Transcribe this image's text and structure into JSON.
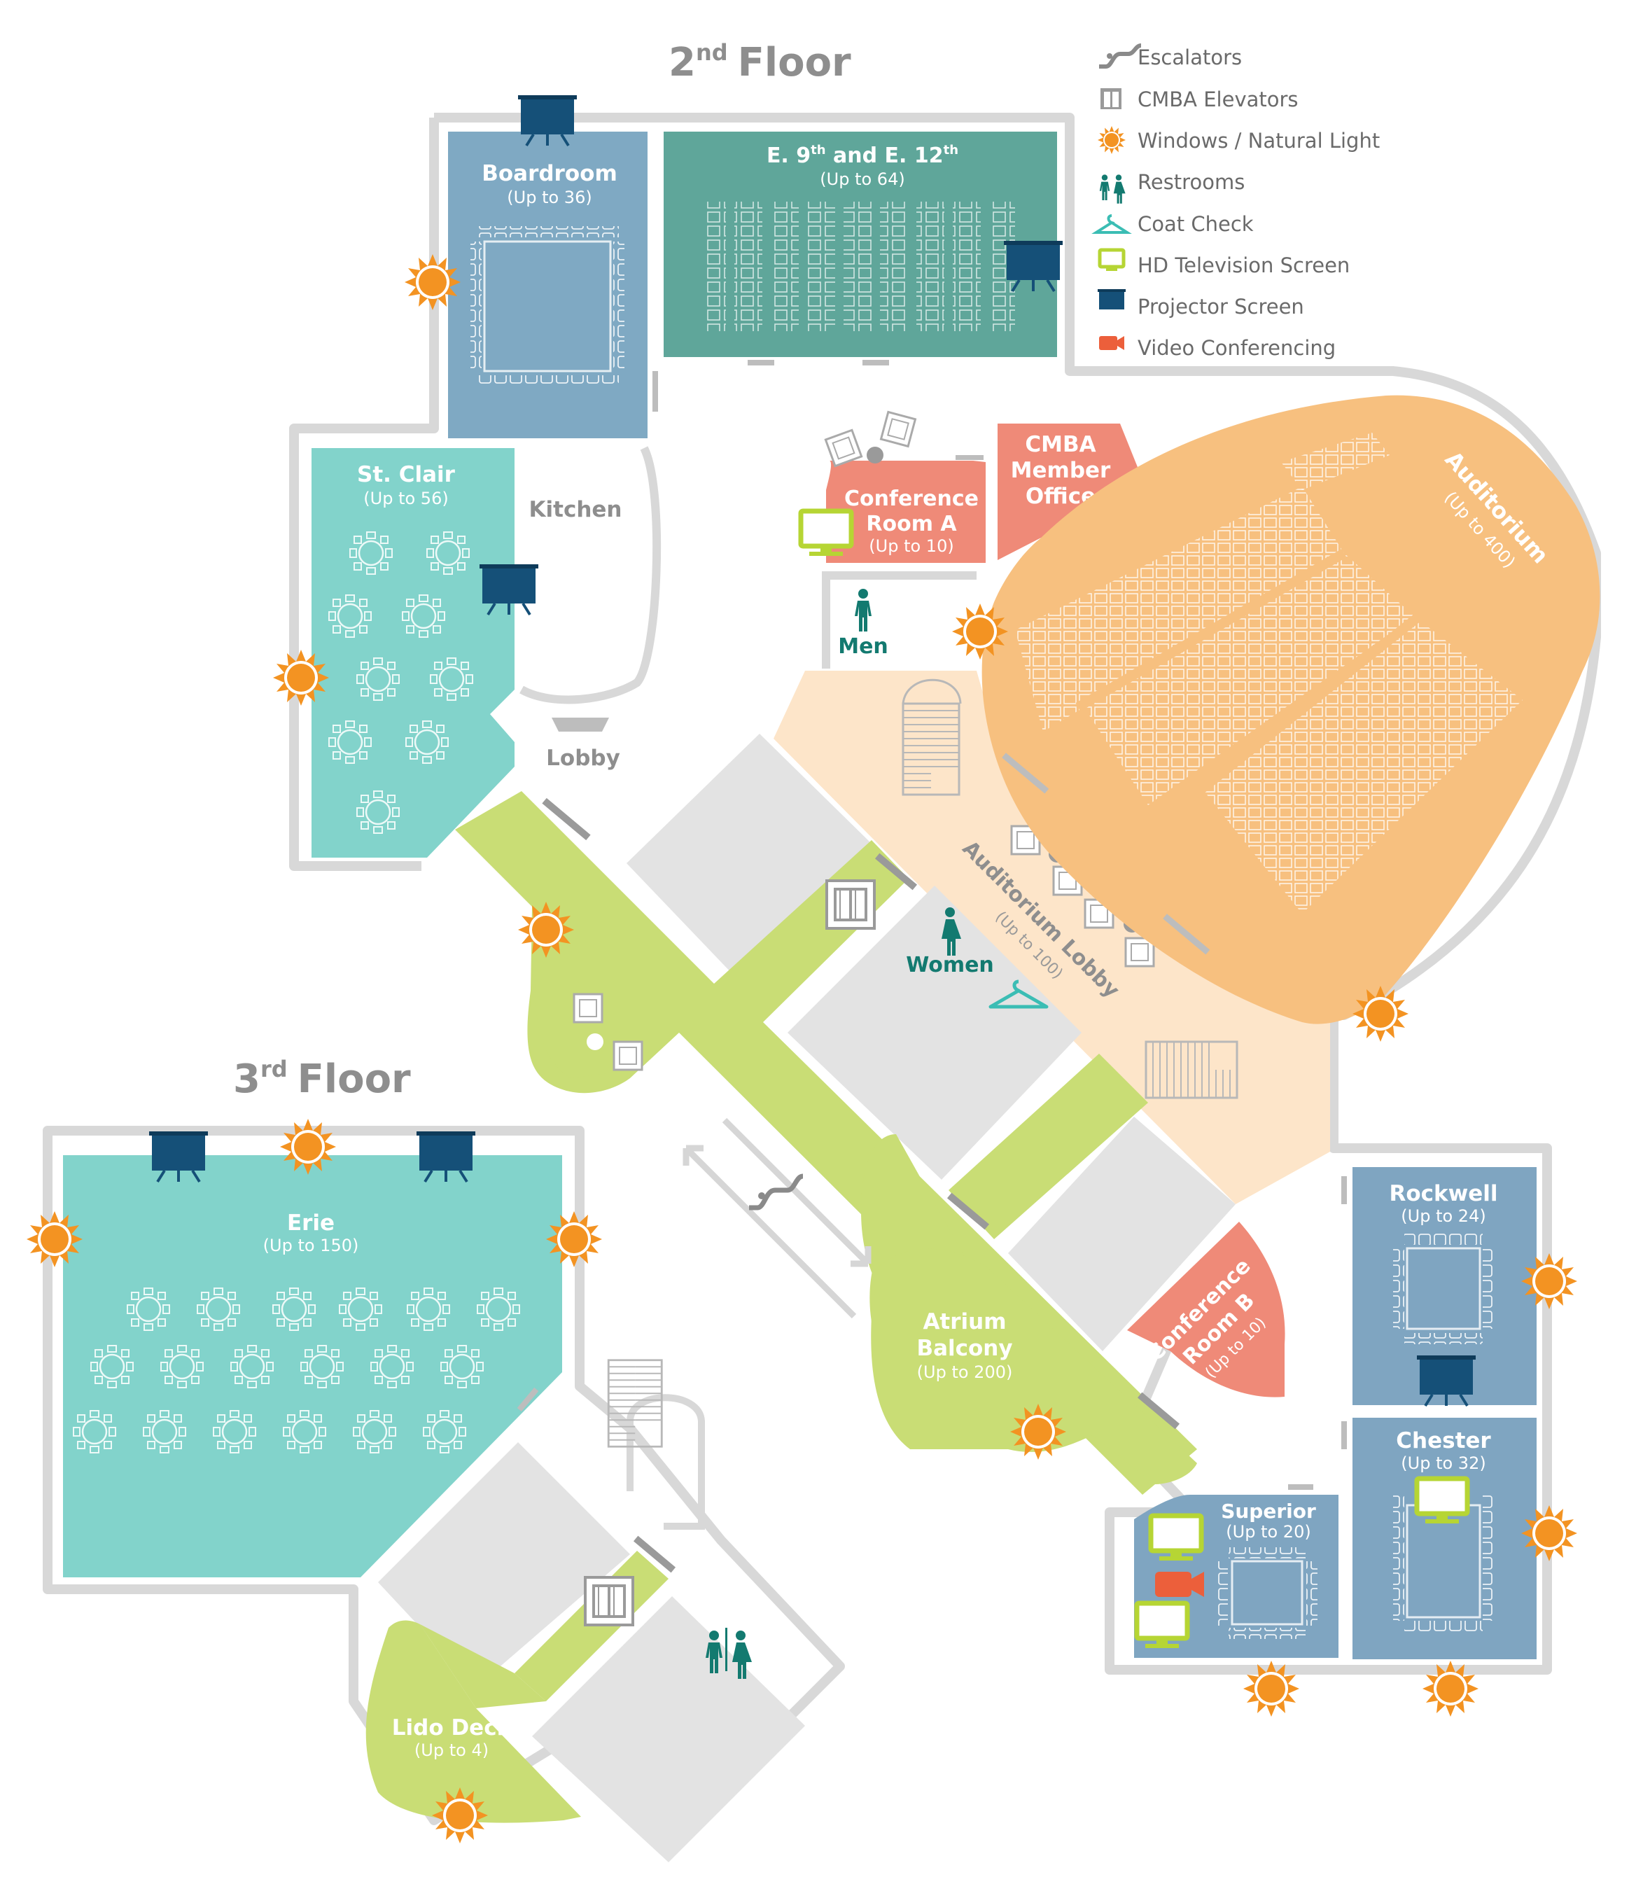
{
  "floors": {
    "second_number": "2",
    "second_suffix": "nd",
    "second_word": "Floor",
    "third_number": "3",
    "third_suffix": "rd",
    "third_word": "Floor"
  },
  "legend": {
    "escalators": "Escalators",
    "elevators": "CMBA Elevators",
    "windows": "Windows / Natural Light",
    "restrooms": "Restrooms",
    "coat_check": "Coat Check",
    "hd_tv": "HD Television Screen",
    "projector": "Projector Screen",
    "video": "Video Conferencing"
  },
  "rooms": {
    "boardroom": {
      "name": "Boardroom",
      "cap": "(Up to 36)"
    },
    "e9e12": {
      "name_a": "E. 9",
      "sup_a": "th",
      "name_b": " and E. 12",
      "sup_b": "th",
      "cap": "(Up to 64)"
    },
    "stclair": {
      "name": "St. Clair",
      "cap": "(Up to 56)"
    },
    "kitchen": "Kitchen",
    "lobby": "Lobby",
    "conf_a": {
      "line1": "Conference",
      "line2": "Room A",
      "cap": "(Up to 10)"
    },
    "cmba": {
      "line1": "CMBA",
      "line2": "Member",
      "line3": "Office"
    },
    "auditorium": {
      "name": "Auditorium",
      "cap": "(Up to 400)"
    },
    "men": "Men",
    "women": "Women",
    "aud_lobby": {
      "name": "Auditorium Lobby",
      "cap": "(Up to 100)"
    },
    "atrium": {
      "line1": "Atrium",
      "line2": "Balcony",
      "cap": "(Up to 200)"
    },
    "conf_b": {
      "line1": "Conference",
      "line2": "Room B",
      "cap": "(Up to 10)"
    },
    "rockwell": {
      "name": "Rockwell",
      "cap": "(Up to 24)"
    },
    "chester": {
      "name": "Chester",
      "cap": "(Up to 32)"
    },
    "superior": {
      "name": "Superior",
      "cap": "(Up to 20)"
    },
    "erie": {
      "name": "Erie",
      "cap": "(Up to 150)"
    },
    "lido": {
      "name": "Lido Deck",
      "cap": "(Up to 4)"
    }
  },
  "colors": {
    "boardroom": "#7fa9c3",
    "e9e12": "#5fa69a",
    "teal_room": "#82d3cb",
    "salmon": "#ef8a78",
    "auditorium": "#f7c07f",
    "aud_lobby": "#fde5c9",
    "corridor": "#c9dd75",
    "gray_block": "#e3e3e3",
    "blue_room": "#7fa5c1",
    "sun": "#f39322",
    "projector": "#155078",
    "hd_tv": "#b6d534",
    "video": "#ec5f3b",
    "restroom": "#137a70",
    "coat_check": "#3bbdb4"
  }
}
